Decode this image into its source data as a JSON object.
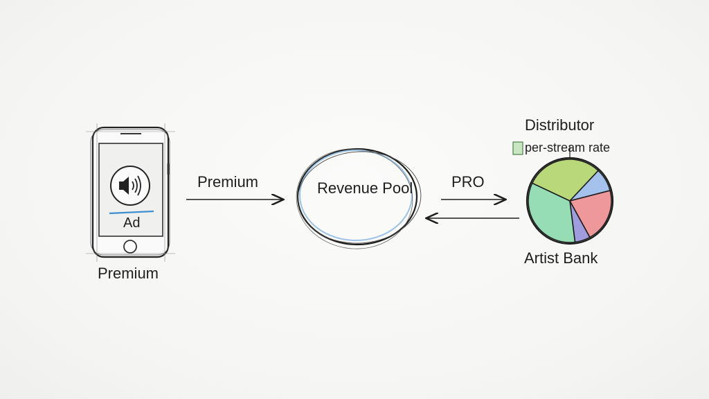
{
  "phone": {
    "screen_label": "Ad",
    "caption": "Premium"
  },
  "flows": {
    "premium_label": "Premium",
    "pro_label": "PRO"
  },
  "pool": {
    "label": "Revenue Pool"
  },
  "distribution": {
    "top_label": "Distributor",
    "rate_label": "per-stream rate",
    "bottom_label": "Artist Bank",
    "slices": [
      {
        "color": "#a9cf5a",
        "value": 30
      },
      {
        "color": "#8fb4e8",
        "value": 9
      },
      {
        "color": "#ec7f85",
        "value": 21
      },
      {
        "color": "#8a86d8",
        "value": 6
      },
      {
        "color": "#7dd6a6",
        "value": 34
      }
    ]
  },
  "colors": {
    "ink": "#1e1e1e",
    "pool_inner": "#9cc3e6",
    "ad_underline": "#3f8fd0"
  }
}
